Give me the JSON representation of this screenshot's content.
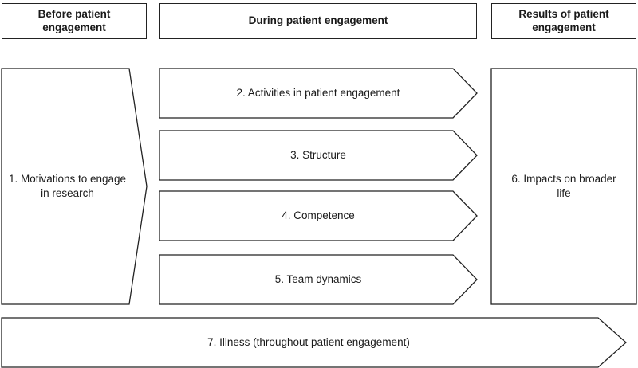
{
  "headers": {
    "before": "Before patient engagement",
    "during": "During patient engagement",
    "results": "Results of patient engagement"
  },
  "boxes": {
    "motivations": "1. Motivations to engage in research",
    "activities": "2. Activities in patient engagement",
    "structure": "3. Structure",
    "competence": "4. Competence",
    "team_dynamics": "5. Team dynamics",
    "impacts": "6. Impacts on broader life",
    "illness": "7. Illness (throughout patient engagement)"
  }
}
